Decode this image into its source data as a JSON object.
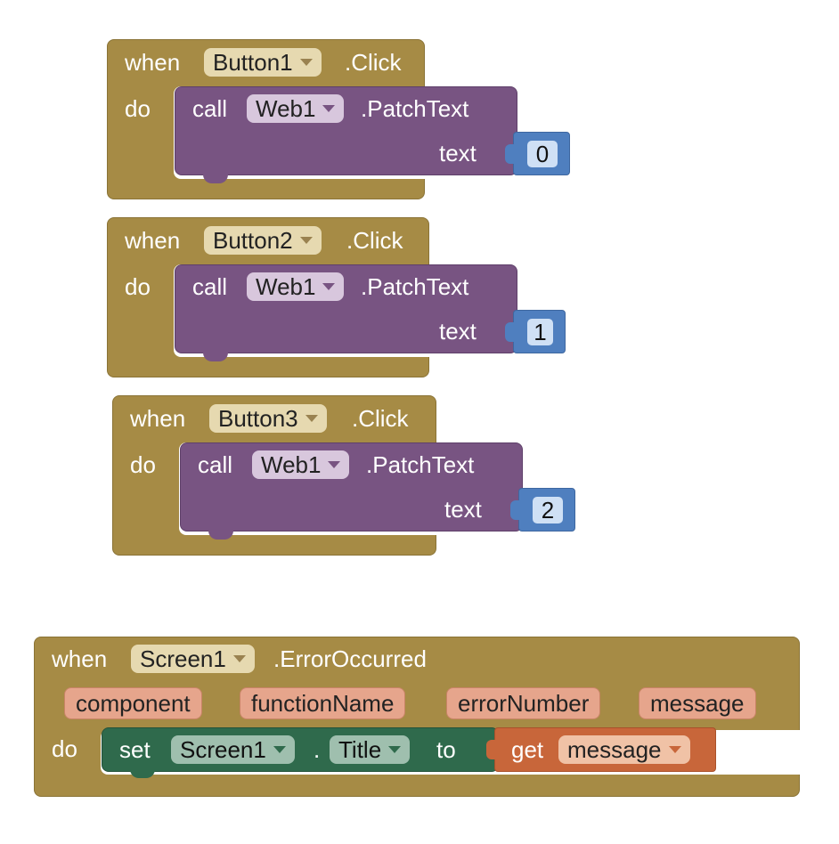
{
  "event_blocks": [
    {
      "when_label": "when",
      "component": "Button1",
      "event": ".Click",
      "do_label": "do",
      "call": {
        "call_label": "call",
        "component": "Web1",
        "method": ".PatchText",
        "arg_label": "text",
        "value": "0"
      }
    },
    {
      "when_label": "when",
      "component": "Button2",
      "event": ".Click",
      "do_label": "do",
      "call": {
        "call_label": "call",
        "component": "Web1",
        "method": ".PatchText",
        "arg_label": "text",
        "value": "1"
      }
    },
    {
      "when_label": "when",
      "component": "Button3",
      "event": ".Click",
      "do_label": "do",
      "call": {
        "call_label": "call",
        "component": "Web1",
        "method": ".PatchText",
        "arg_label": "text",
        "value": "2"
      }
    }
  ],
  "error_block": {
    "when_label": "when",
    "component": "Screen1",
    "event": ".ErrorOccurred",
    "params": [
      "component",
      "functionName",
      "errorNumber",
      "message"
    ],
    "do_label": "do",
    "set": {
      "set_label": "set",
      "component": "Screen1",
      "dot": ".",
      "property": "Title",
      "to_label": "to",
      "get_label": "get",
      "get_var": "message"
    }
  },
  "colors": {
    "event": "#A68B45",
    "call": "#785482",
    "number": "#4f7fbf",
    "setter": "#2f6a4c",
    "getter": "#c8663a"
  }
}
